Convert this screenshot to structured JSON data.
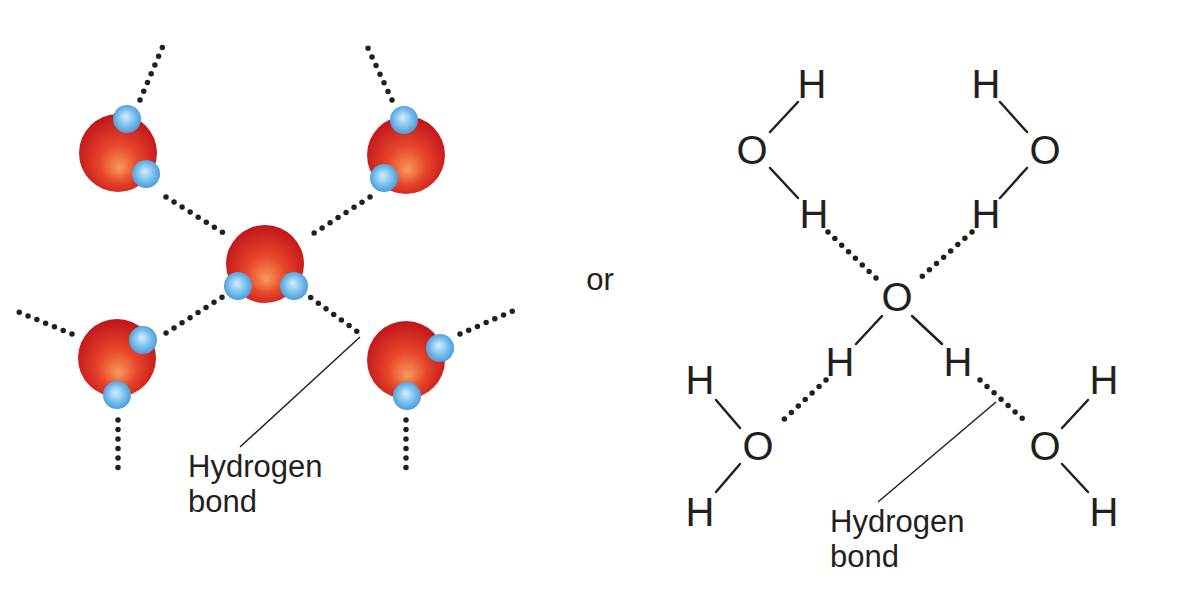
{
  "diagram": {
    "labels": [
      "Hydrogen bond",
      "or",
      "H",
      "O",
      "H",
      "H",
      "O",
      "H",
      "O",
      "H",
      "H",
      "H",
      "O",
      "H",
      "H",
      "O",
      "H",
      "Hydrogen bond"
    ]
  }
}
